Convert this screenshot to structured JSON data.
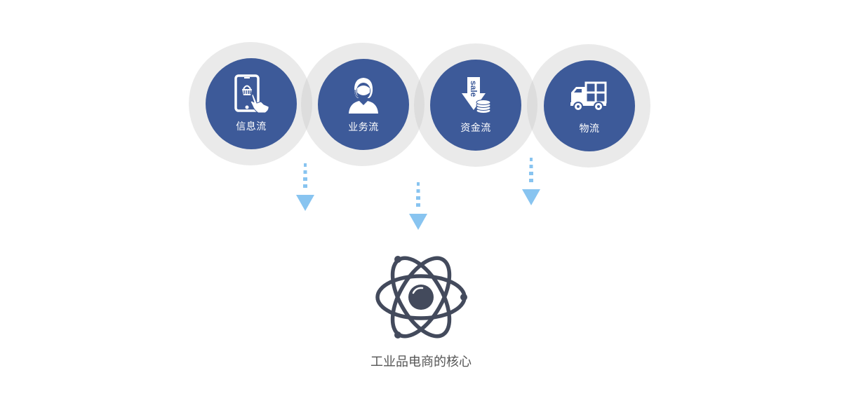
{
  "flows": [
    {
      "label": "信息流",
      "icon": "tablet-shopping-basket-icon"
    },
    {
      "label": "业务流",
      "icon": "customer-service-agent-icon"
    },
    {
      "label": "资金流",
      "icon": "sale-arrow-coins-icon"
    },
    {
      "label": "物流",
      "icon": "delivery-truck-icon"
    }
  ],
  "core": {
    "label": "工业品电商的核心",
    "icon": "atom-icon"
  },
  "colors": {
    "disc": "#3d5a99",
    "ring": "#ebebeb",
    "arrow": "#88c4f0",
    "atom": "#434a5c"
  }
}
